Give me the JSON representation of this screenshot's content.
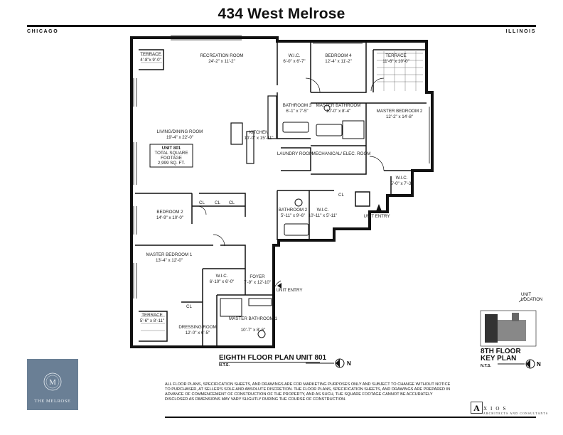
{
  "title": "434 West Melrose",
  "city": "CHICAGO",
  "state": "ILLINOIS",
  "rooms": {
    "terrace_nw": {
      "name": "TERRACE",
      "dims": "4'-8\"x 9'-0\""
    },
    "recreation": {
      "name": "RECREATION ROOM",
      "dims": "24'-2\" x 11'-2\""
    },
    "wic_top": {
      "name": "W.I.C.",
      "dims": "6'-0\" x 6'-7\""
    },
    "bedroom4": {
      "name": "BEDROOM 4",
      "dims": "12'-4\" x 11'-2\""
    },
    "terrace_ne": {
      "name": "TERRACE",
      "dims": "11'-6\" x 10'-0\""
    },
    "bathroom3": {
      "name": "BATHROOM 3",
      "dims": "6'-1\" x 7'-5\""
    },
    "master_bath2": {
      "name": "MASTER BATHROOM",
      "dims": "10'-0\" x 8'-4\""
    },
    "master_bed2": {
      "name": "MASTER BEDROOM 2",
      "dims": "12'-2\" x 14'-8\""
    },
    "living": {
      "name": "LIVING/DINING ROOM",
      "dims": "19'-4\" x 22'-0\""
    },
    "kitchen": {
      "name": "KITCHEN",
      "dims": "10'-0\" x 15'-11\""
    },
    "laundry": {
      "name": "LAUNDRY ROOM"
    },
    "mechanical": {
      "name": "MECHANICAL/ ELEC. ROOM"
    },
    "wic_mb2": {
      "name": "W.I.C.",
      "dims": "5'-0\" x 7'-3\""
    },
    "cl_right": {
      "name": "CL"
    },
    "cl1": {
      "name": "CL"
    },
    "cl2": {
      "name": "CL"
    },
    "cl3": {
      "name": "CL"
    },
    "bedroom2": {
      "name": "BEDROOM 2",
      "dims": "14'-9\" x 10'-0\""
    },
    "bathroom2": {
      "name": "BATHROOM 2",
      "dims": "5'-11\" x 9'-6\""
    },
    "wic_mid": {
      "name": "W.I.C.",
      "dims": "10'-11\" x 5'-11\""
    },
    "unit_entry_right": {
      "name": "UNIT ENTRY"
    },
    "master_bed1": {
      "name": "MASTER BEDROOM 1",
      "dims": "13'-4\" x 12'-0\""
    },
    "wic_mb1": {
      "name": "W.I.C.",
      "dims": "6'-10\" x 6'-0\""
    },
    "foyer": {
      "name": "FOYER",
      "dims": "7'-9\" x 12'-10\""
    },
    "unit_entry_left": {
      "name": "UNIT ENTRY"
    },
    "cl_dressing": {
      "name": "CL"
    },
    "terrace_sw": {
      "name": "TERRACE",
      "dims": "5'-6\" x 8'-11\""
    },
    "dressing": {
      "name": "DRESSING ROOM",
      "dims": "12'-0\" x 6'-5\""
    },
    "master_bath1": {
      "name": "MASTER BATHROOM 1",
      "dims": "10'-7\" x 8'-6\""
    }
  },
  "unit_box": {
    "line1": "UNIT 801",
    "line2": "TOTAL SQUARE",
    "line3": "FOOTAGE",
    "line4": "2,999 SQ. FT."
  },
  "floor_plan": {
    "caption": "EIGHTH FLOOR PLAN UNIT 801",
    "scale": "N.T.S.",
    "north": "N"
  },
  "key_plan": {
    "title_line1": "8TH FLOOR",
    "title_line2": "KEY PLAN",
    "scale": "N.T.S.",
    "north": "N",
    "unit_location_line1": "UNIT",
    "unit_location_line2": "LOCATION"
  },
  "disclaimer": "ALL FLOOR PLANS, SPECIFICATION SHEETS, AND DRAWINGS ARE FOR MARKETING PURPOSES ONLY AND SUBJECT TO CHANGE WITHOUT NOTICE TO PURCHASER, AT SELLER'S SOLE AND ABSOLUTE DISCRETION. THE FLOOR PLANS, SPECIFICATION SHEETS, AND DRAWINGS ARE PREPARED IN ADVANCE OF COMMENCEMENT OF CONSTRUCTION OF THE PROPERTY, AND AS SUCH, THE SQUARE FOOTAGE CANNOT BE ACCURATELY DISCLOSED AS DIMENSIONS MAY VARY SLIGHTLY DURING THE COURSE OF CONSTRUCTION.",
  "logo": {
    "monogram": "M",
    "name": "THE MELROSE"
  },
  "architect": {
    "monogram": "A",
    "name": "XIOS",
    "subtitle": "ARCHITECTS AND CONSULTANTS"
  },
  "colors": {
    "ink": "#111111",
    "logo_bg": "#6a7f95"
  }
}
